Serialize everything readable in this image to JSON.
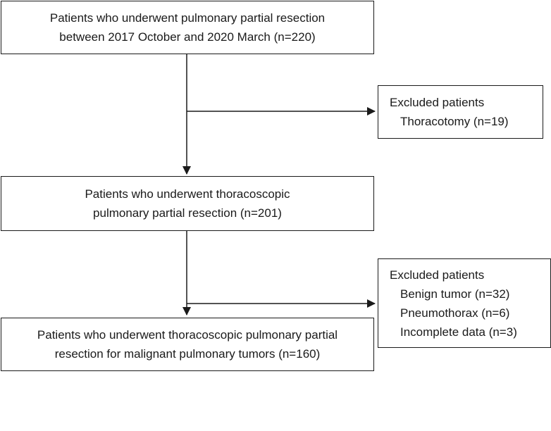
{
  "boxes": {
    "step1": {
      "lines": [
        "Patients who underwent pulmonary partial resection",
        "between 2017 October and 2020 March (n=220)"
      ]
    },
    "step2": {
      "lines": [
        "Patients who underwent thoracoscopic",
        "pulmonary partial resection (n=201)"
      ]
    },
    "step3": {
      "lines": [
        "Patients who underwent thoracoscopic pulmonary partial",
        "resection for malignant pulmonary tumors (n=160)"
      ]
    },
    "exclusion1": {
      "title": "Excluded patients",
      "items": [
        "Thoracotomy (n=19)"
      ]
    },
    "exclusion2": {
      "title": "Excluded patients",
      "items": [
        "Benign tumor (n=32)",
        "Pneumothorax (n=6)",
        "Incomplete data (n=3)"
      ]
    }
  }
}
